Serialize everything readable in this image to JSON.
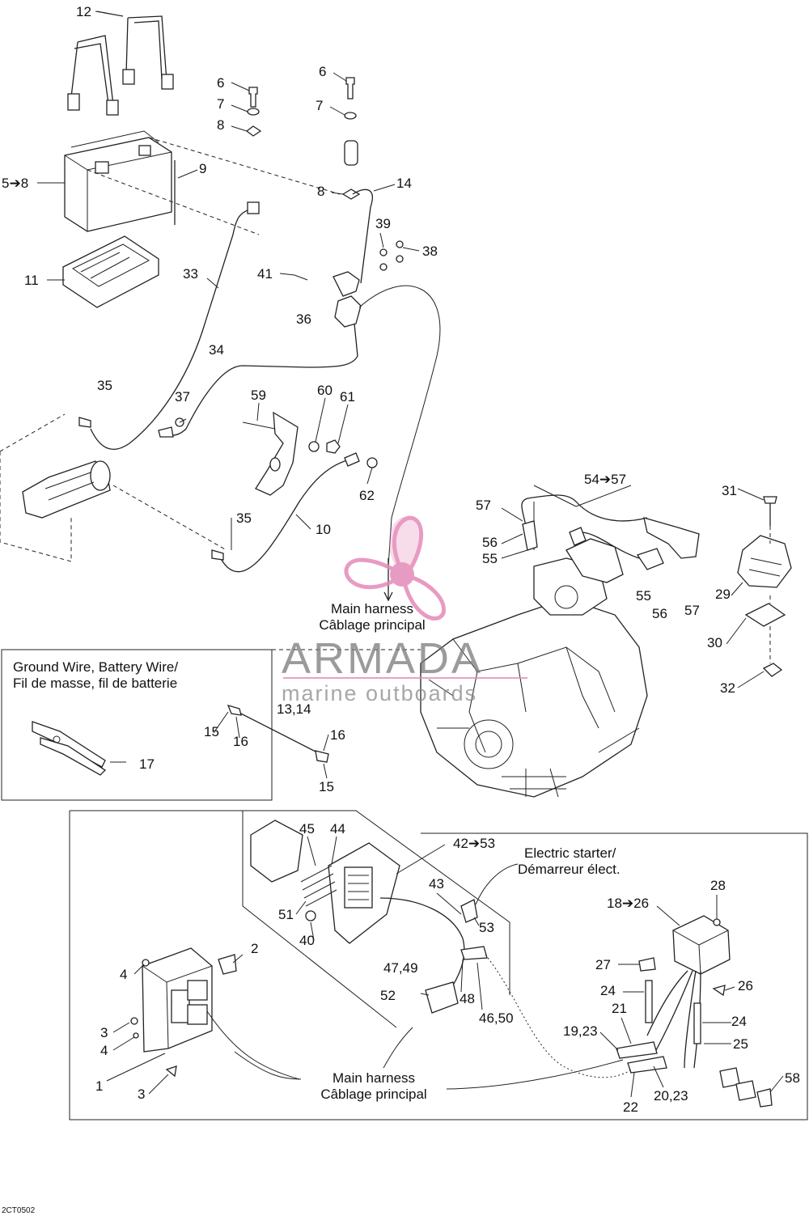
{
  "diagram": {
    "code": "2CT0502",
    "callouts": {
      "c12": "12",
      "c6a": "6",
      "c7a": "7",
      "c8a": "8",
      "c6b": "6",
      "c7b": "7",
      "c5_8": "5➔8",
      "c9": "9",
      "c8b": "8",
      "c14": "14",
      "c39": "39",
      "c38": "38",
      "c11": "11",
      "c33": "33",
      "c41": "41",
      "c36": "36",
      "c34": "34",
      "c35a": "35",
      "c37": "37",
      "c59": "59",
      "c60": "60",
      "c61": "61",
      "c62": "62",
      "c35b": "35",
      "c10": "10",
      "c54_57": "54➔57",
      "c57a": "57",
      "c31": "31",
      "c56a": "56",
      "c55a": "55",
      "c29": "29",
      "c55b": "55",
      "c56b": "56",
      "c57b": "57",
      "c30": "30",
      "c32": "32",
      "c13_14": "13,14",
      "c15a": "15",
      "c16a": "16",
      "c16b": "16",
      "c15b": "15",
      "c17": "17",
      "c45": "45",
      "c44": "44",
      "c42_53": "42➔53",
      "c43": "43",
      "c51": "51",
      "c53": "53",
      "c40": "40",
      "c28": "28",
      "c18_26": "18➔26",
      "c2": "2",
      "c4a": "4",
      "c47_49": "47,49",
      "c52": "52",
      "c48": "48",
      "c46_50": "46,50",
      "c27": "27",
      "c24a": "24",
      "c26": "26",
      "c21": "21",
      "c3a": "3",
      "c4b": "4",
      "c19_23": "19,23",
      "c24b": "24",
      "c25": "25",
      "c1": "1",
      "c3b": "3",
      "c58": "58",
      "c22": "22",
      "c20_23": "20,23"
    },
    "labels": {
      "main_harness_top_en": "Main harness",
      "main_harness_top_fr": "Câblage principal",
      "box_title_en": "Ground Wire, Battery Wire/",
      "box_title_fr": "Fil de masse, fil de batterie",
      "electric_starter_en": "Electric starter/",
      "electric_starter_fr": "Démarreur élect.",
      "main_harness_bottom_en": "Main harness",
      "main_harness_bottom_fr": "Câblage principal"
    },
    "watermark": {
      "brand": "ARMADA",
      "tagline": "marine outboards",
      "logo_color": "#e48ab8"
    }
  }
}
